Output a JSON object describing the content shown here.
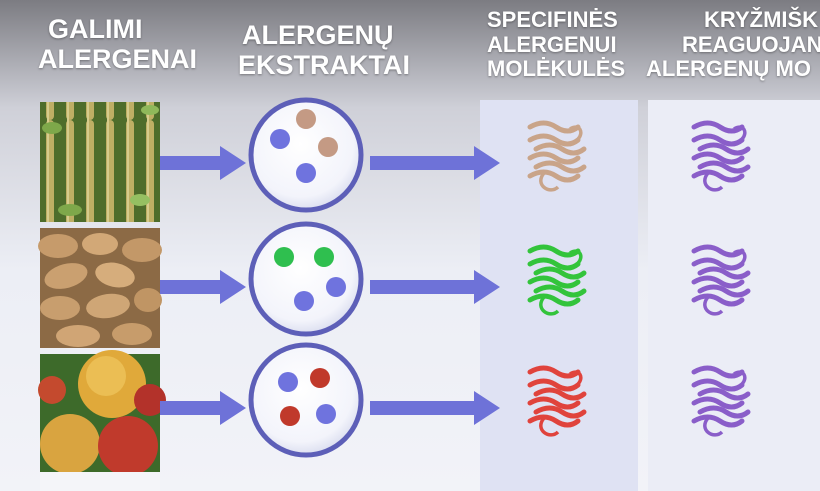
{
  "headers": {
    "col1": [
      "GALIMI",
      "ALERGENAI"
    ],
    "col2": [
      "ALERGENŲ",
      "EKSTRAKTAI"
    ],
    "col3": [
      "SPECIFINĖS",
      "ALERGENUI",
      "MOLĖKULĖS"
    ],
    "col4": [
      "KRYŽMIŠK",
      "REAGUOJAN",
      "ALERGENŲ MO"
    ]
  },
  "rows": [
    {
      "source": "birch-catkins",
      "dots": [
        "#c49a84",
        "#6f73de",
        "#c49a84",
        "#6f73de"
      ],
      "protein_color": "#c9a489",
      "cross_color": "#8a5ec9"
    },
    {
      "source": "peanuts",
      "dots": [
        "#2fbf4f",
        "#2fbf4f",
        "#6f73de",
        "#6f73de"
      ],
      "protein_color": "#33c43b",
      "cross_color": "#8a5ec9"
    },
    {
      "source": "apples",
      "dots": [
        "#6f73de",
        "#c0392b",
        "#c0392b",
        "#6f73de"
      ],
      "protein_color": "#e0433c",
      "cross_color": "#8a5ec9"
    }
  ],
  "colors": {
    "arrow": "#6e72d8",
    "circle_ring": "#5d5fb8",
    "column_band": "#dfe2f3"
  }
}
